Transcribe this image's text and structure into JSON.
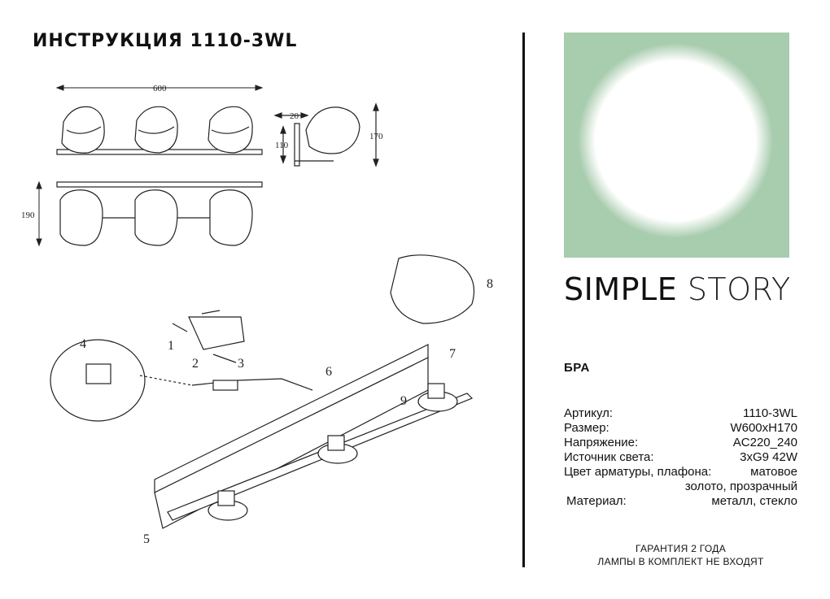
{
  "title": "ИНСТРУКЦИЯ 1110-3WL",
  "brand": {
    "name_bold": "SIMPLE",
    "name_light": "STORY"
  },
  "product_type": "БРА",
  "specs": [
    {
      "label": "Артикул:",
      "value": "1110-3WL"
    },
    {
      "label": "Размер:",
      "value": "W600xH170"
    },
    {
      "label": "Напряжение:",
      "value": "AC220_240"
    },
    {
      "label": "Источник света:",
      "value": "3xG9 42W"
    },
    {
      "label": "Цвет арматуры, плафона:",
      "value": "матовое"
    },
    {
      "label": "",
      "value": "золото, прозрачный"
    },
    {
      "label": "Материал:",
      "value": "металл, стекло"
    }
  ],
  "footer": {
    "line1": "ГАРАНТИЯ 2 ГОДА",
    "line2": "ЛАМПЫ В КОМПЛЕКТ НЕ ВХОДЯТ"
  },
  "dimensions": {
    "width": "600",
    "height_side": "170",
    "depth": "190",
    "mount_height": "110",
    "offset": "20"
  },
  "callouts": [
    "1",
    "2",
    "3",
    "4",
    "5",
    "6",
    "7",
    "8",
    "9"
  ],
  "colors": {
    "swatch": "#a8ccae",
    "accent": "#111111"
  },
  "icons": [
    "lamp-shade-icon",
    "bulb-icon",
    "screw-icon",
    "bracket-icon"
  ]
}
